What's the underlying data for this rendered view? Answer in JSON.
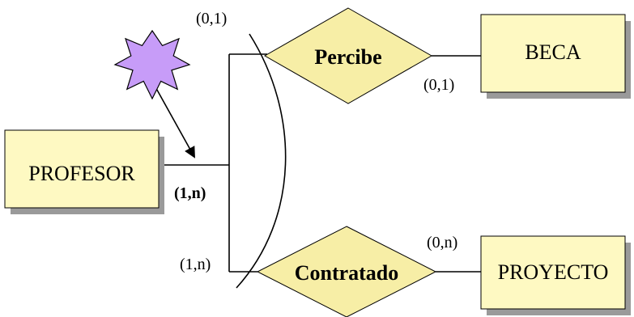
{
  "colors": {
    "entity_fill": "#FEF9C2",
    "relationship_fill": "#F7EEA6",
    "starburst_fill": "#C79CF8",
    "shadow": "#9A9A9A",
    "stroke": "#000000"
  },
  "entities": {
    "profesor": "PROFESOR",
    "beca": "BECA",
    "proyecto": "PROYECTO"
  },
  "relationships": {
    "percibe": "Percibe",
    "contratado": "Contratado"
  },
  "cardinalities": {
    "arc_top": "(0,1)",
    "beca_side": "(0,1)",
    "profesor_side": "(1,n)",
    "arc_bottom": "(1,n)",
    "proyecto_side": "(0,n)"
  },
  "icons": {
    "highlight": "starburst-icon"
  }
}
